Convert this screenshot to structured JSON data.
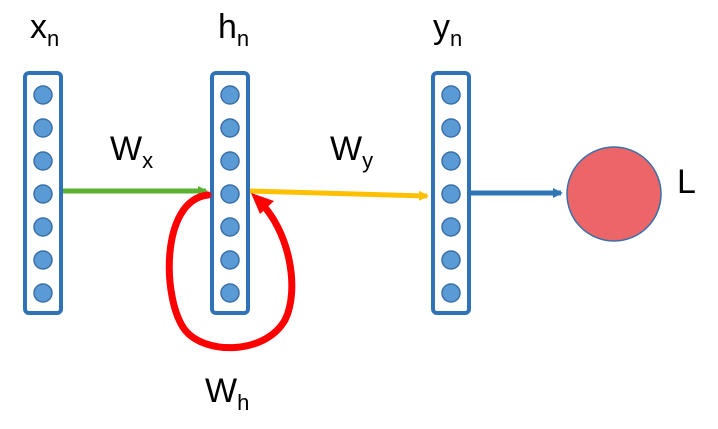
{
  "labels": {
    "x_base": "x",
    "x_sub": "n",
    "h_base": "h",
    "h_sub": "n",
    "y_base": "y",
    "y_sub": "n",
    "wx_base": "W",
    "wx_sub": "x",
    "wy_base": "W",
    "wy_sub": "y",
    "wh_base": "W",
    "wh_sub": "h",
    "loss": "L"
  },
  "colors": {
    "column_border": "#2f73b6",
    "node_fill": "#5b9bd5",
    "arrow_wx": "#5ab033",
    "arrow_wy": "#ffc000",
    "arrow_out": "#2e75b6",
    "recurrent_loop": "#ff0000",
    "loss_node": "#ec6669"
  },
  "nodes_per_column": 7
}
